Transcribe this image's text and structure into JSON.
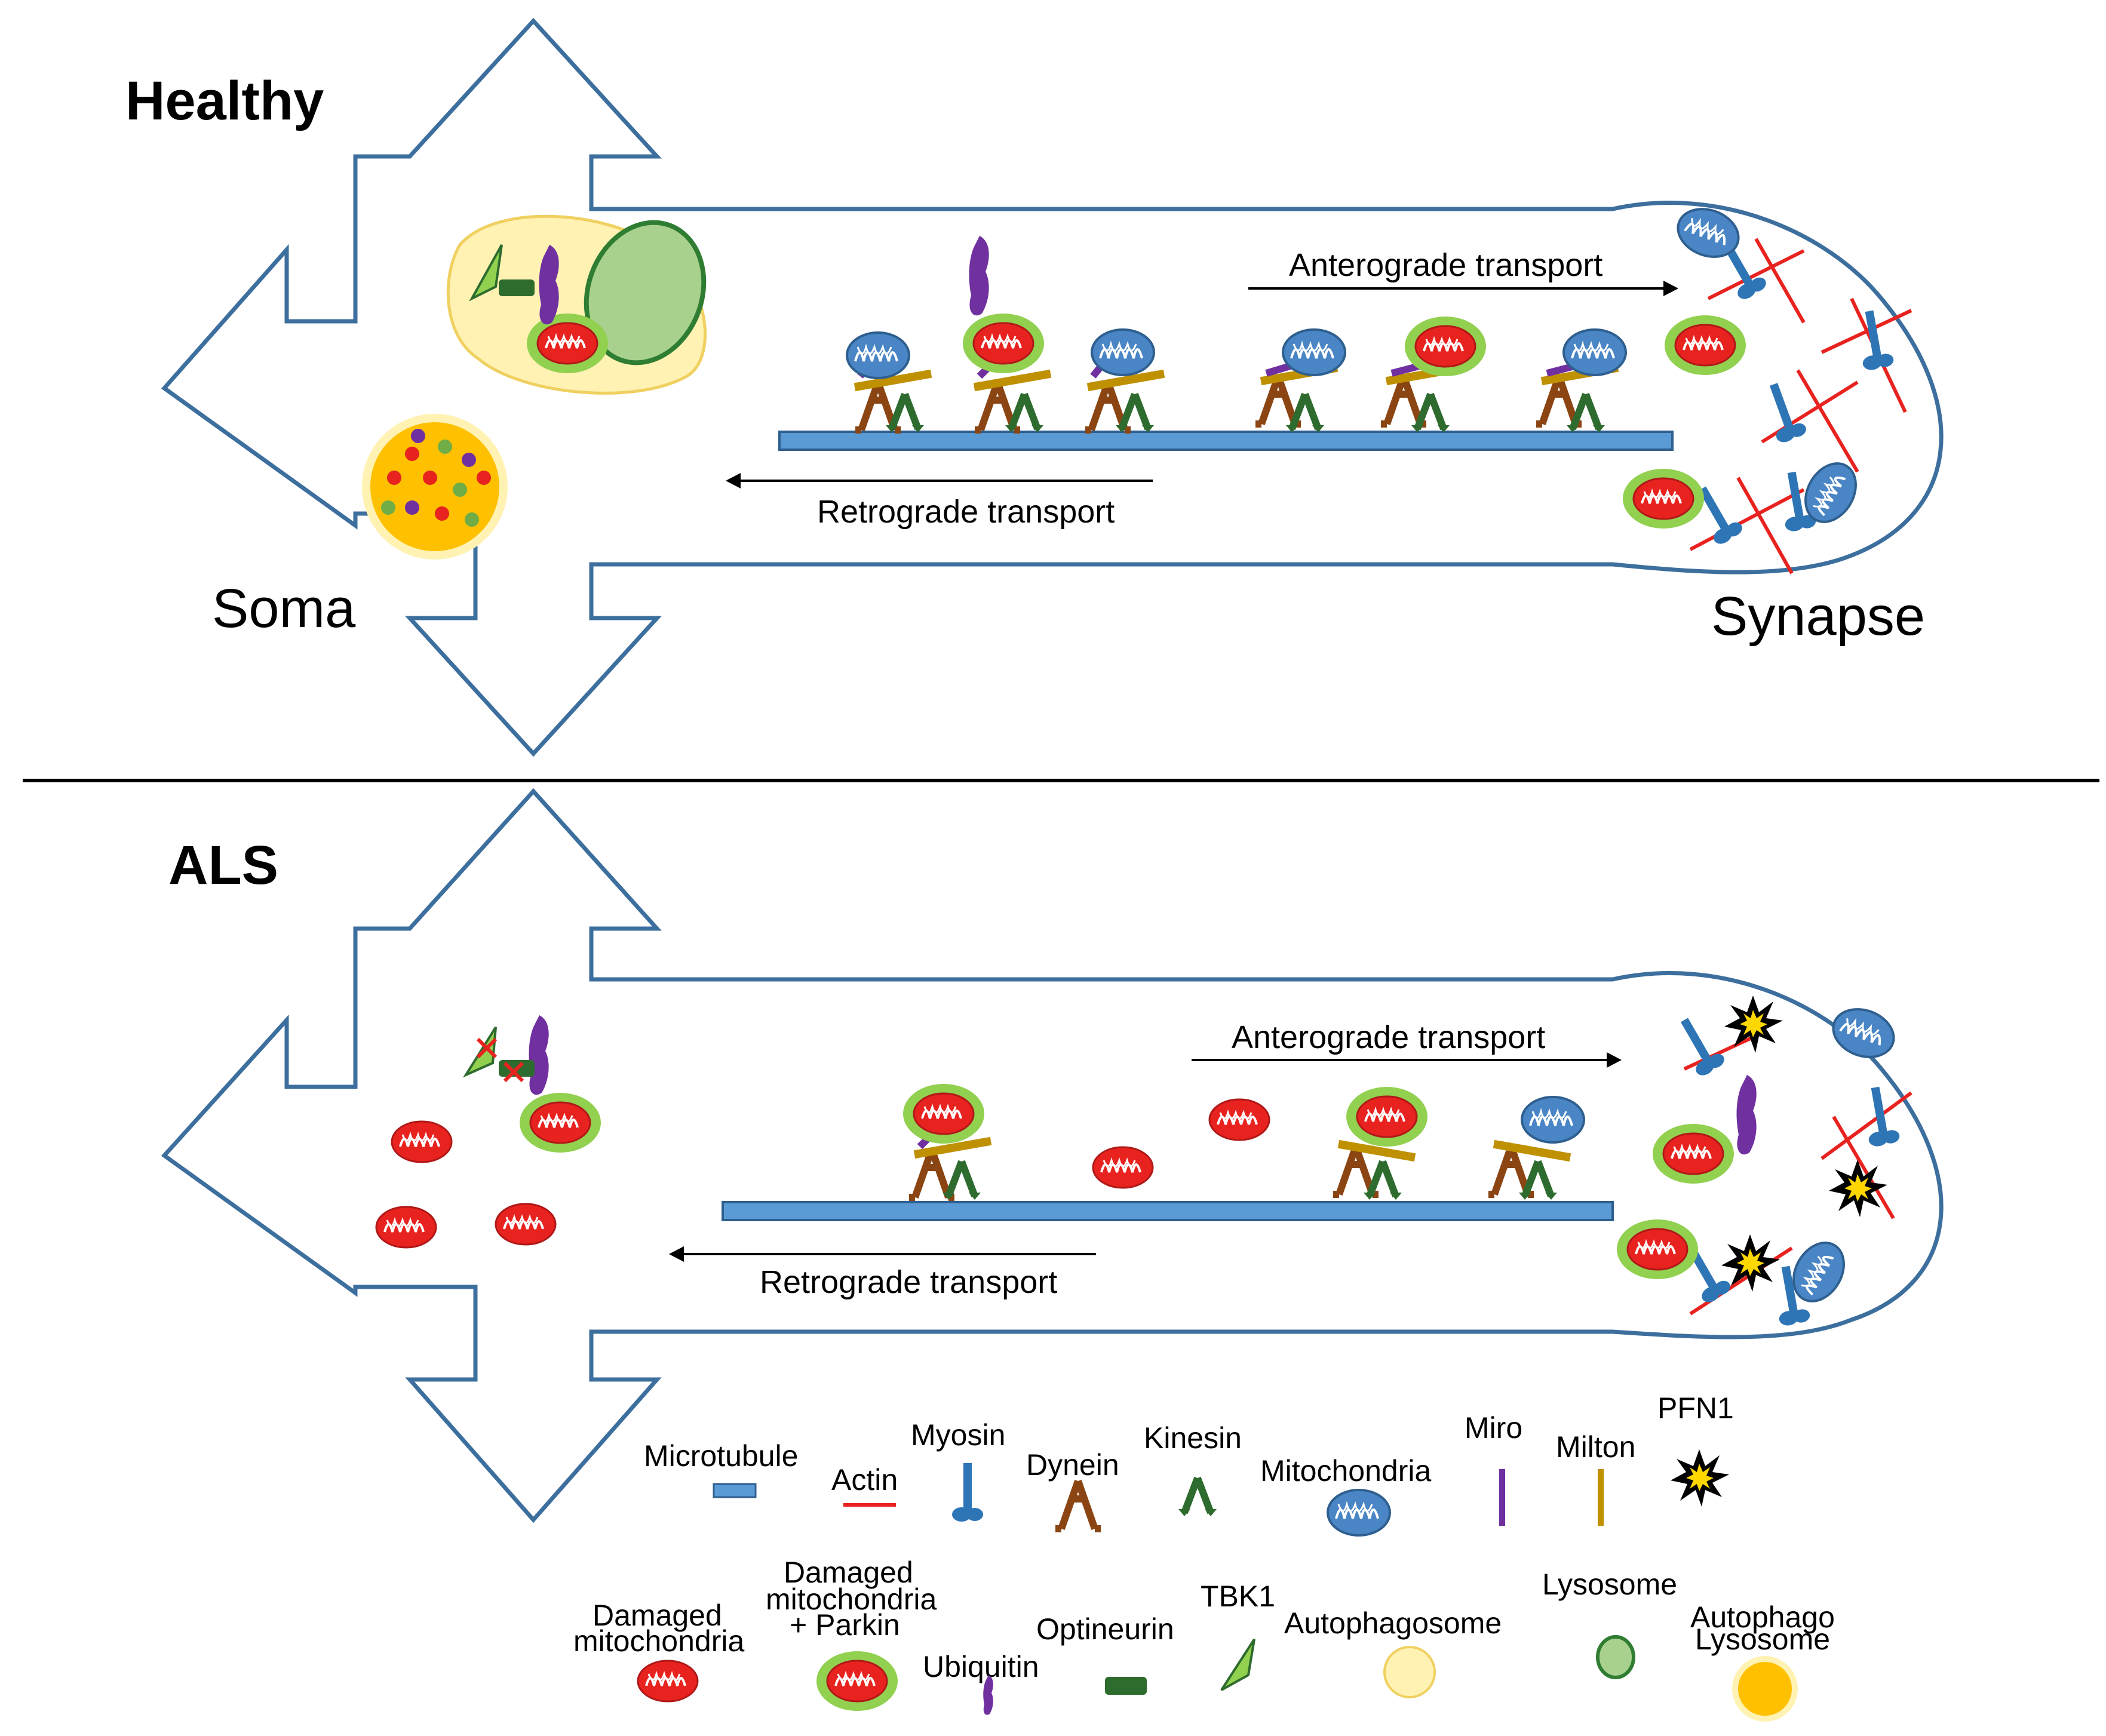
{
  "panels": {
    "healthy": {
      "heading": "Healthy",
      "soma_label": "Soma",
      "synapse_label": "Synapse",
      "anterograde_label": "Anterograde transport",
      "retrograde_label": "Retrograde transport"
    },
    "als": {
      "heading": "ALS",
      "anterograde_label": "Anterograde transport",
      "retrograde_label": "Retrograde transport"
    }
  },
  "legend": {
    "microtubule": "Microtubule",
    "actin": "Actin",
    "myosin": "Myosin",
    "dynein": "Dynein",
    "kinesin": "Kinesin",
    "mitochondria": "Mitochondria",
    "miro": "Miro",
    "milton": "Milton",
    "pfn1": "PFN1",
    "damaged_mito_line1": "Damaged",
    "damaged_mito_line2": "mitochondria",
    "damaged_parkin_line1": "Damaged",
    "damaged_parkin_line2": "mitochondria",
    "damaged_parkin_line3": "+ Parkin",
    "ubiquitin": "Ubiquitin",
    "optineurin": "Optineurin",
    "tbk1": "TBK1",
    "autophagosome": "Autophagosome",
    "lysosome": "Lysosome",
    "autophago_line1": "Autophago",
    "autophago_line2": "Lysosome"
  },
  "colors": {
    "neuron_outline": "#3d6f9e",
    "microtubule": "#5b9bd5",
    "mito_blue": "#4a86c5",
    "mito_red": "#e8231f",
    "parkin_green": "#92d050",
    "actin_red": "#e8231f",
    "myosin": "#2e75b6",
    "dynein": "#8b4513",
    "kinesin": "#2e6b2e",
    "miro": "#7030a0",
    "milton": "#bf9000",
    "autophagosome": "#fff2b3",
    "lysosome_fill": "#a9d18e",
    "autolysosome": "#ffc000"
  }
}
